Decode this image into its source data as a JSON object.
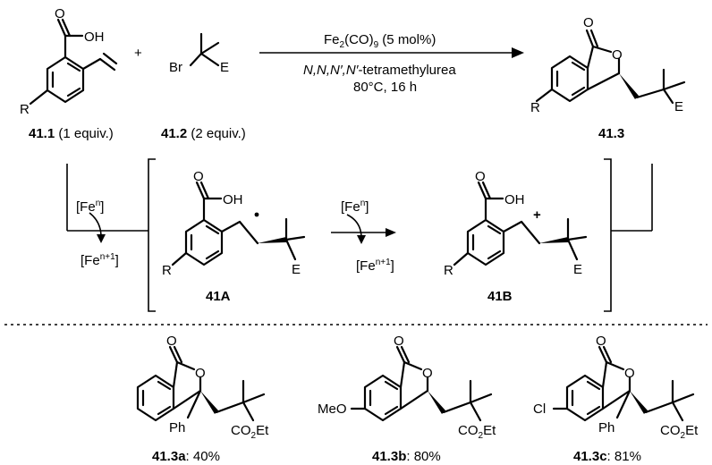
{
  "reaction": {
    "reagent_fe": "Fe",
    "reagent_fe_sub": "2",
    "reagent_co": "(CO)",
    "reagent_co_sub": "9",
    "reagent_loading": " (5 mol%)",
    "solvent": "N,N,N′,N′",
    "solvent_rest": "-tetramethylurea",
    "conditions": "80°C, 16 h"
  },
  "compounds": {
    "c411_id": "41.1",
    "c411_eq": " (1 equiv.)",
    "c412_id": "41.2",
    "c412_eq": " (2 equiv.)",
    "c413_id": "41.3",
    "c41A_id": "41A",
    "c41B_id": "41B",
    "c413a_id": "41.3a",
    "c413a_yield": ": 40%",
    "c413b_id": "41.3b",
    "c413b_yield": ": 80%",
    "c413c_id": "41.3c",
    "c413c_yield": ": 81%"
  },
  "atoms": {
    "o": "O",
    "oh": "OH",
    "r": "R",
    "br": "Br",
    "e": "E",
    "plus": "+",
    "ph": "Ph",
    "meo": "MeO",
    "cl": "Cl",
    "co2et_pre": "CO",
    "co2et_sub": "2",
    "co2et_post": "Et"
  },
  "mechanism": {
    "fe_n_base": "[Fe",
    "fe_n_sup": "n",
    "fe_n_close": "]",
    "fe_n1_sup": "n+1"
  }
}
